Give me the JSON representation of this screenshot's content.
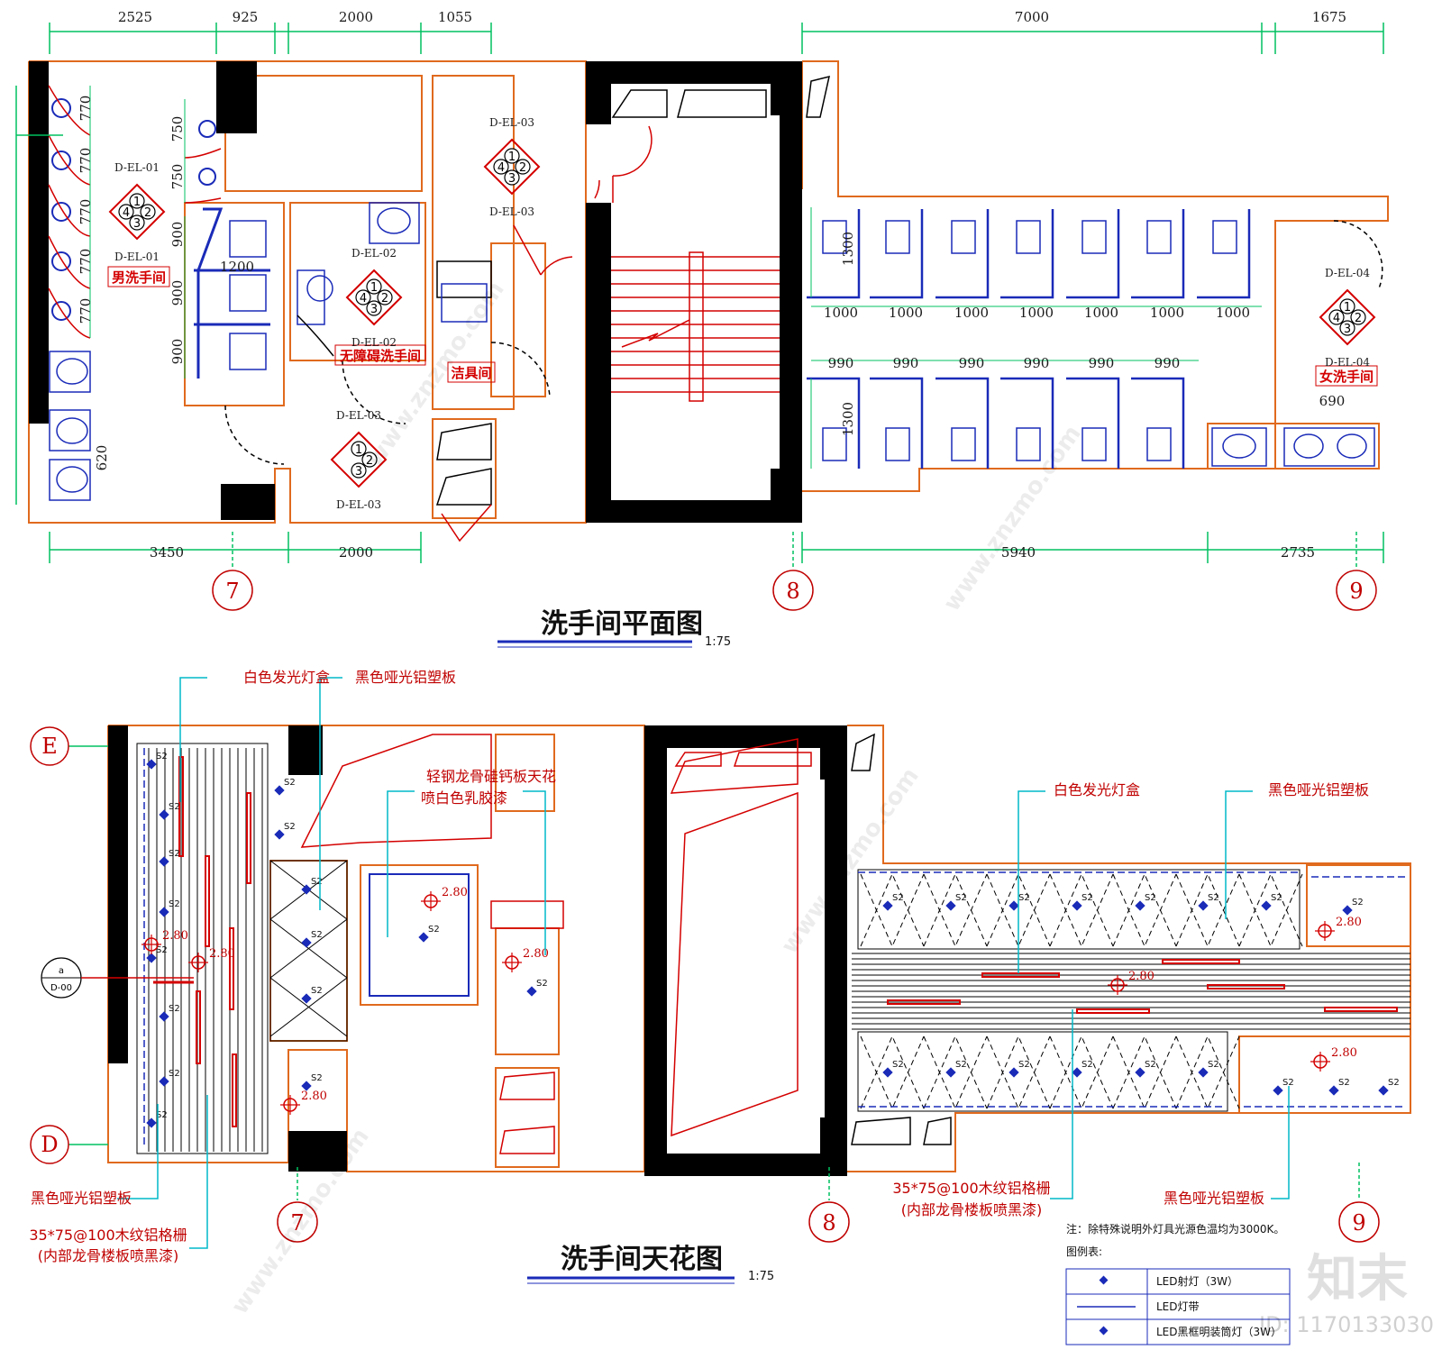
{
  "plan": {
    "title": "洗手间平面图",
    "scale": "1:75",
    "rooms": {
      "men": "男洗手间",
      "accessible": "无障碍洗手间",
      "cleaning": "洁具间",
      "women": "女洗手间"
    },
    "dims_top": [
      "2525",
      "925",
      "2000",
      "1055",
      "7000",
      "1675"
    ],
    "dims_bottom": [
      "3450",
      "2000",
      "5940",
      "2735"
    ],
    "dims_stall_width": "1000",
    "dims_stall_width_2": "990",
    "dims_stall_depth": "1300",
    "dims_misc": {
      "urinal_spacing": "770",
      "v750": "750",
      "v900": "900",
      "h1200": "1200",
      "sink620": "620",
      "sink690": "690"
    },
    "axes": [
      "7",
      "8",
      "9"
    ],
    "elev_markers": {
      "men": "D-EL-01",
      "accessible": "D-EL-02",
      "corridor": "D-EL-03",
      "women": "D-EL-04"
    },
    "marker_numbers": [
      "1",
      "2",
      "3",
      "4"
    ]
  },
  "ceiling": {
    "title": "洗手间天花图",
    "scale": "1:75",
    "axes_h": [
      "E",
      "D"
    ],
    "axes_v": [
      "7",
      "8",
      "9"
    ],
    "labels": {
      "white_lightbox": "白色发光灯盒",
      "black_panel": "黑色哑光铝塑板",
      "gypsum_line1": "轻钢龙骨硅钙板天花",
      "gypsum_line2": "喷白色乳胶漆",
      "grille_line1": "35*75@100木纹铝格栅",
      "grille_line2": "(内部龙骨楼板喷黑漆)"
    },
    "elevation": "2.80",
    "light_code": "S2",
    "section_marker": {
      "top": "a",
      "bottom": "D-00"
    },
    "note": "注：除特殊说明外灯具光源色温均为3000K。",
    "legend_title": "图例表:",
    "legend": [
      {
        "symbol": "spot-icon",
        "label": "LED射灯（3W）"
      },
      {
        "symbol": "strip-line",
        "label": "LED灯带"
      },
      {
        "symbol": "downlight-icon",
        "label": "LED黑框明装筒灯（3W）"
      }
    ]
  },
  "watermark": {
    "brand": "知末",
    "site": "www.znzmo.com",
    "id": "ID: 1170133030"
  },
  "colors": {
    "outline": "#e06a1e",
    "wall": "#000000",
    "dim_line": "#00c060",
    "red": "#d40000",
    "blue": "#1a2bb8",
    "cyan": "#00b8c8"
  }
}
